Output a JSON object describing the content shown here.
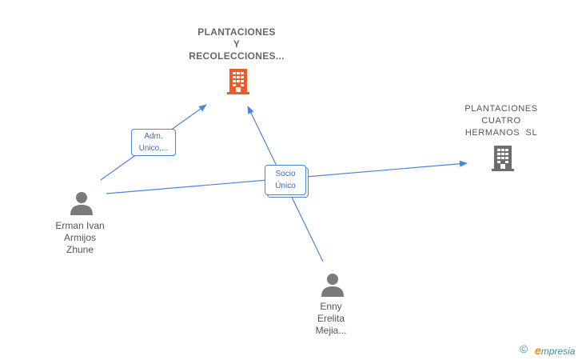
{
  "nodes": {
    "company_main": {
      "lines": [
        "PLANTACIONES",
        "Y",
        "RECOLECCIONES..."
      ],
      "icon": "building-icon",
      "color": "#f05a28"
    },
    "company_second": {
      "lines": [
        "PLANTACIONES",
        "CUATRO",
        "HERMANOS  SL"
      ],
      "icon": "building-icon",
      "color": "#6e6e6e"
    },
    "person_erman": {
      "lines": [
        "Erman Ivan",
        "Armijos",
        "Zhune"
      ],
      "icon": "person-icon",
      "color": "#7a7a7a"
    },
    "person_enny": {
      "lines": [
        "Enny",
        "Erelita",
        "Mejia..."
      ],
      "icon": "person-icon",
      "color": "#7a7a7a"
    }
  },
  "edges": {
    "adm": {
      "lines": [
        "Adm.",
        "Unico,..."
      ]
    },
    "socio": {
      "lines": [
        "Socio",
        "Único"
      ]
    }
  },
  "colors": {
    "edge": "#4a86d6"
  },
  "footer": {
    "copyright": "©",
    "brand_initial": "e",
    "brand_rest": "mpresia"
  }
}
